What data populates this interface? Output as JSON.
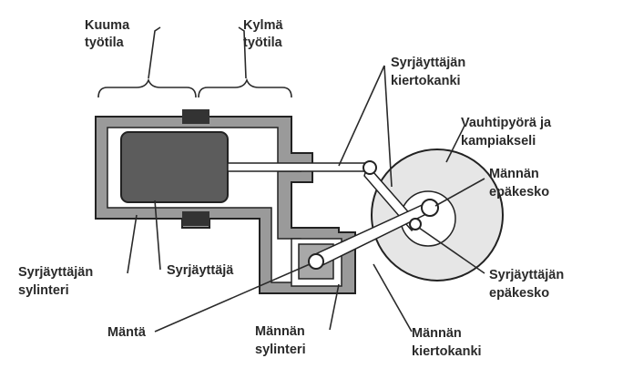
{
  "labels": {
    "hot_space_1": "Kuuma",
    "hot_space_2": "työtila",
    "cold_space_1": "Kylmä",
    "cold_space_2": "työtila",
    "displacer_rod_1": "Syrjäyttäjän",
    "displacer_rod_2": "kiertokanki",
    "flywheel_1": "Vauhtipyörä ja",
    "flywheel_2": "kampiakseli",
    "piston_eccentric_1": "Männän",
    "piston_eccentric_2": "epäkesko",
    "displacer_cylinder_1": "Syrjäyttäjän",
    "displacer_cylinder_2": "sylinteri",
    "displacer": "Syrjäyttäjä",
    "displacer_eccentric_1": "Syrjäyttäjän",
    "displacer_eccentric_2": "epäkesko",
    "piston": "Mäntä",
    "piston_cylinder_1": "Männän",
    "piston_cylinder_2": "sylinteri",
    "piston_rod_1": "Männän",
    "piston_rod_2": "kiertokanki"
  }
}
